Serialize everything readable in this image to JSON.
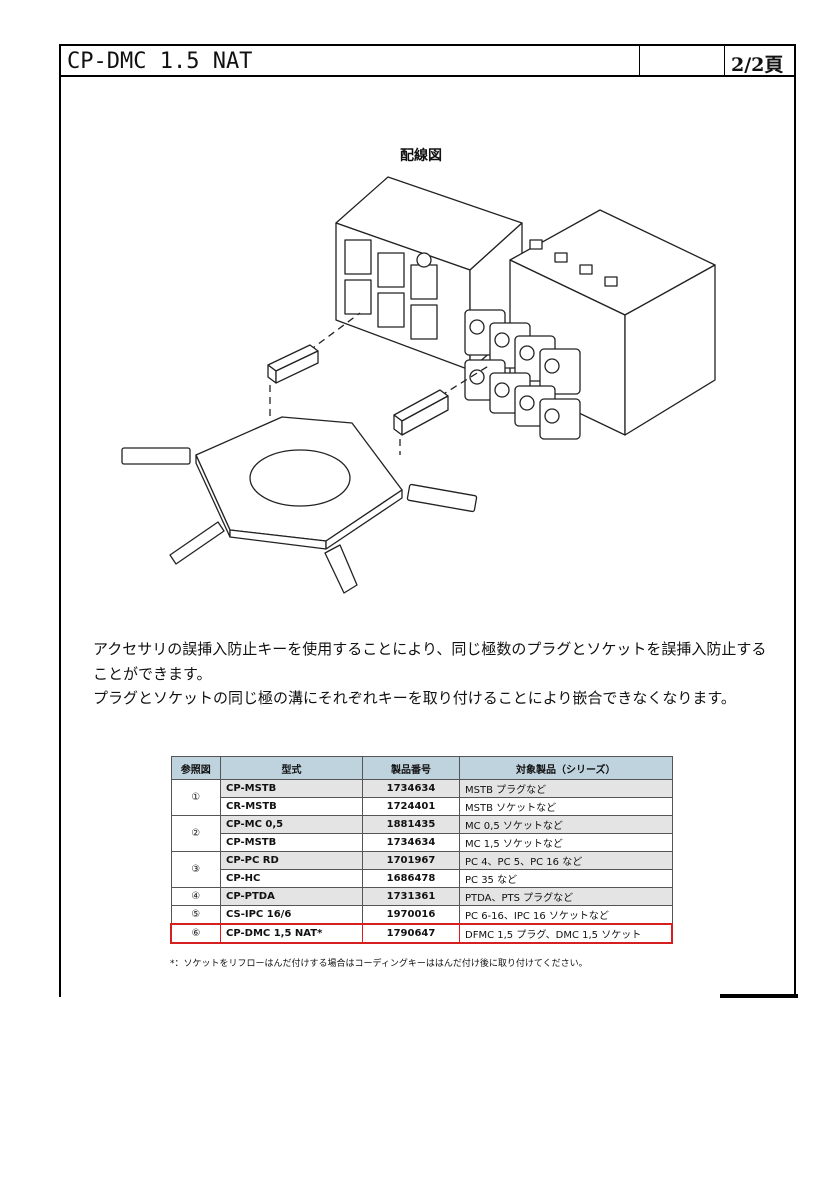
{
  "header": {
    "title": "CP-DMC 1.5 NAT",
    "page": "2/2頁"
  },
  "diagram": {
    "title": "配線図"
  },
  "description": {
    "line1": "アクセサリの誤挿入防止キーを使用することにより、同じ極数のプラグとソケットを誤挿入防止する",
    "line2": "ことができます。",
    "line3": "プラグとソケットの同じ極の溝にそれぞれキーを取り付けることにより嵌合できなくなります。"
  },
  "table": {
    "headers": [
      "参照図",
      "型式",
      "製品番号",
      "対象製品（シリーズ）"
    ],
    "groups": [
      {
        "ref": "①",
        "rows": [
          {
            "model": "CP-MSTB",
            "pn": "1734634",
            "product": "MSTB プラグなど"
          },
          {
            "model": "CR-MSTB",
            "pn": "1724401",
            "product": "MSTB ソケットなど"
          }
        ]
      },
      {
        "ref": "②",
        "rows": [
          {
            "model": "CP-MC 0,5",
            "pn": "1881435",
            "product": "MC 0,5 ソケットなど"
          },
          {
            "model": "CP-MSTB",
            "pn": "1734634",
            "product": "MC 1,5 ソケットなど"
          }
        ]
      },
      {
        "ref": "③",
        "rows": [
          {
            "model": "CP-PC RD",
            "pn": "1701967",
            "product": "PC 4、PC 5、PC 16 など"
          },
          {
            "model": "CP-HC",
            "pn": "1686478",
            "product": "PC 35 など"
          }
        ]
      },
      {
        "ref": "④",
        "rows": [
          {
            "model": "CP-PTDA",
            "pn": "1731361",
            "product": "PTDA、PTS プラグなど"
          }
        ]
      },
      {
        "ref": "⑤",
        "rows": [
          {
            "model": "CS-IPC 16/6",
            "pn": "1970016",
            "product": "PC 6-16、IPC 16 ソケットなど"
          }
        ]
      },
      {
        "ref": "⑥",
        "rows": [
          {
            "model": "CP-DMC 1,5 NAT*",
            "pn": "1790647",
            "product": "DFMC 1,5 プラグ、DMC 1,5 ソケット"
          }
        ]
      }
    ],
    "footnote": "*：ソケットをリフローはんだ付けする場合はコーディングキーははんだ付け後に取り付けてください。",
    "highlight_color": "#d62020",
    "header_color": "#bfd3df"
  }
}
